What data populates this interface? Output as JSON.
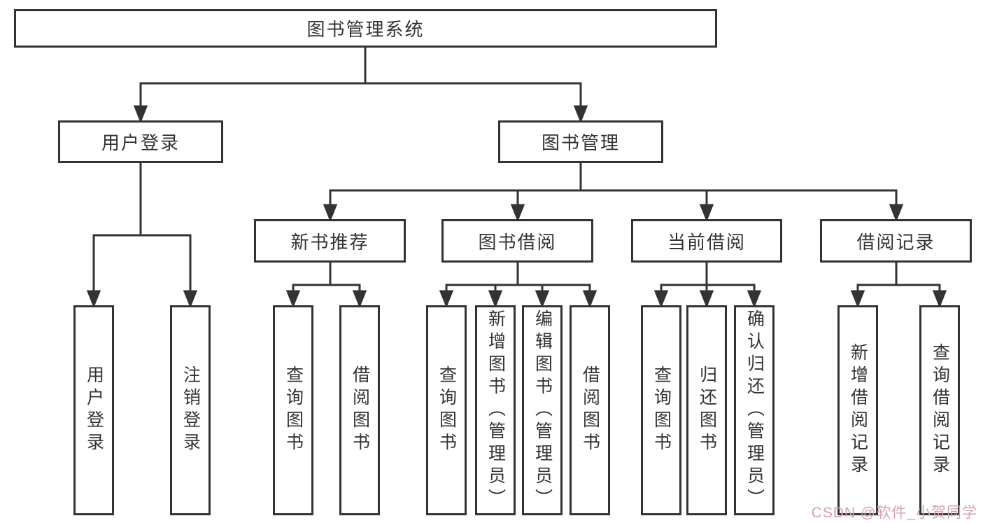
{
  "diagram": {
    "root": {
      "label": "图书管理系统"
    },
    "level2": [
      {
        "label": "用户登录"
      },
      {
        "label": "图书管理"
      }
    ],
    "level3": [
      {
        "label": "新书推荐"
      },
      {
        "label": "图书借阅"
      },
      {
        "label": "当前借阅"
      },
      {
        "label": "借阅记录"
      }
    ],
    "leaves": {
      "user_login": [
        {
          "label": "用户登录"
        },
        {
          "label": "注销登录"
        }
      ],
      "new_book_recommend": [
        {
          "label": "查询图书"
        },
        {
          "label": "借阅图书"
        }
      ],
      "book_borrow": [
        {
          "label": "查询图书"
        },
        {
          "label": "新增图书（管理员）"
        },
        {
          "label": "编辑图书（管理员）"
        },
        {
          "label": "借阅图书"
        }
      ],
      "current_borrow": [
        {
          "label": "查询图书"
        },
        {
          "label": "归还图书"
        },
        {
          "label": "确认归还（管理员）"
        }
      ],
      "borrow_records": [
        {
          "label": "新增借阅记录"
        },
        {
          "label": "查询借阅记录"
        }
      ]
    }
  },
  "watermark": {
    "text": "CSDN @软件_小贺同学",
    "color": "#d5a2a9"
  },
  "colors": {
    "line": "#333333",
    "text": "#333333",
    "box_border": "#333333",
    "box_background": "#ffffff",
    "page_background": "#ffffff"
  }
}
